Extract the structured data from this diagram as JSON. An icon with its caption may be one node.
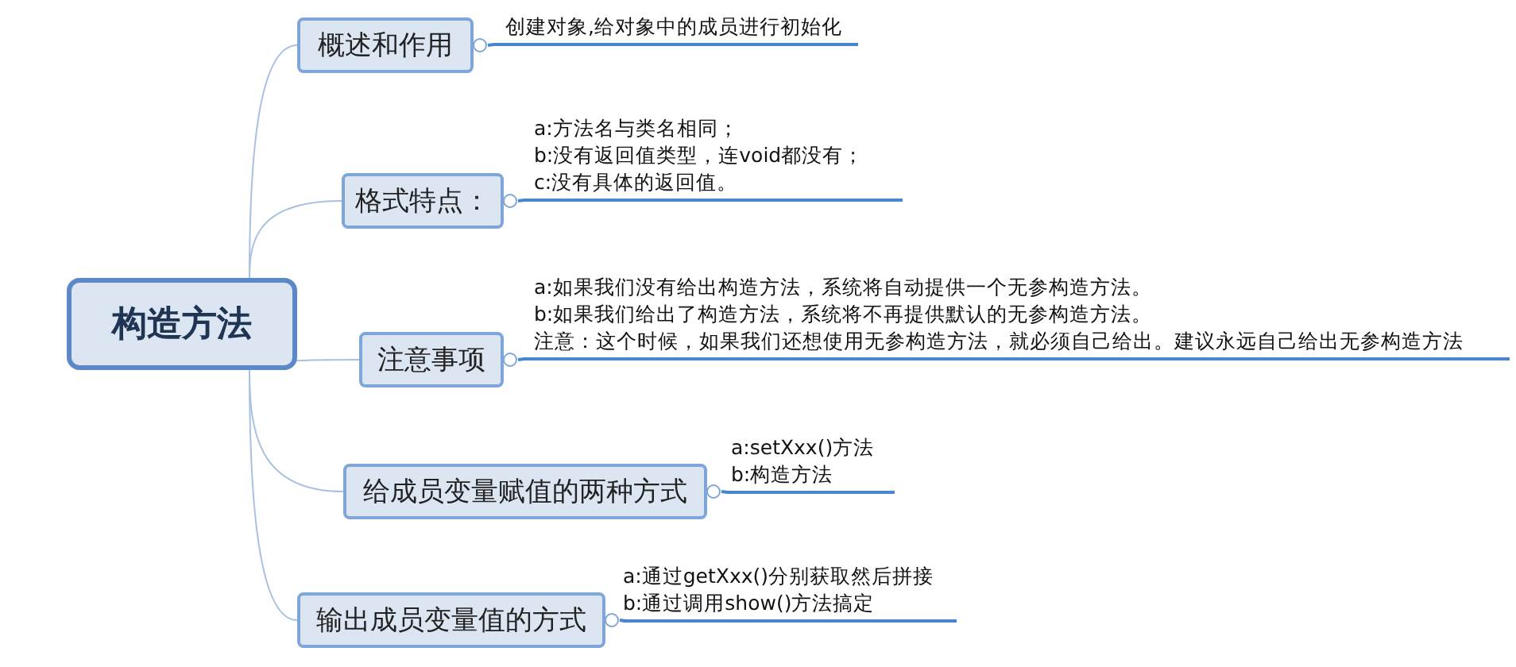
{
  "diagram": {
    "nodes": [
      {
        "text": [
          "构造方法"
        ]
      },
      {
        "text": [
          "概述和作用"
        ]
      },
      {
        "text": [
          "格式特点："
        ]
      },
      {
        "text": [
          "注意事项"
        ]
      },
      {
        "text": [
          "给成员变量赋值的两种方式"
        ]
      },
      {
        "text": [
          "输出成员变量值的方式"
        ]
      },
      {
        "text": [
          "创建对象,给对象中的成员进行初始化"
        ]
      },
      {
        "text": [
          "a:方法名与类名相同；",
          "b:没有返回值类型，连void都没有；",
          "c:没有具体的返回值。"
        ]
      },
      {
        "text": [
          "a:如果我们没有给出构造方法，系统将自动提供一个无参构造方法。",
          "b:如果我们给出了构造方法，系统将不再提供默认的无参构造方法。",
          "注意：这个时候，如果我们还想使用无参构造方法，就必须自己给出。建议永远自己给出无参构造方法"
        ]
      },
      {
        "text": [
          "a:setXxx()方法",
          "b:构造方法"
        ]
      },
      {
        "text": [
          "a:通过getXxx()分别获取然后拼接",
          "b:通过调用show()方法搞定"
        ]
      }
    ],
    "edges": [
      {
        "from": 0,
        "to": 1,
        "arrow": "none"
      },
      {
        "from": 0,
        "to": 2,
        "arrow": "none"
      },
      {
        "from": 0,
        "to": 3,
        "arrow": "none"
      },
      {
        "from": 0,
        "to": 4,
        "arrow": "none"
      },
      {
        "from": 0,
        "to": 5,
        "arrow": "none"
      },
      {
        "from": 1,
        "to": 6,
        "arrow": "none",
        "color": "#4a86d0"
      },
      {
        "from": 2,
        "to": 7,
        "arrow": "none",
        "color": "#4a86d0"
      },
      {
        "from": 3,
        "to": 8,
        "arrow": "none",
        "color": "#4a86d0"
      },
      {
        "from": 4,
        "to": 9,
        "arrow": "none",
        "color": "#4a86d0"
      },
      {
        "from": 5,
        "to": 10,
        "arrow": "none",
        "color": "#4a86d0"
      }
    ]
  }
}
